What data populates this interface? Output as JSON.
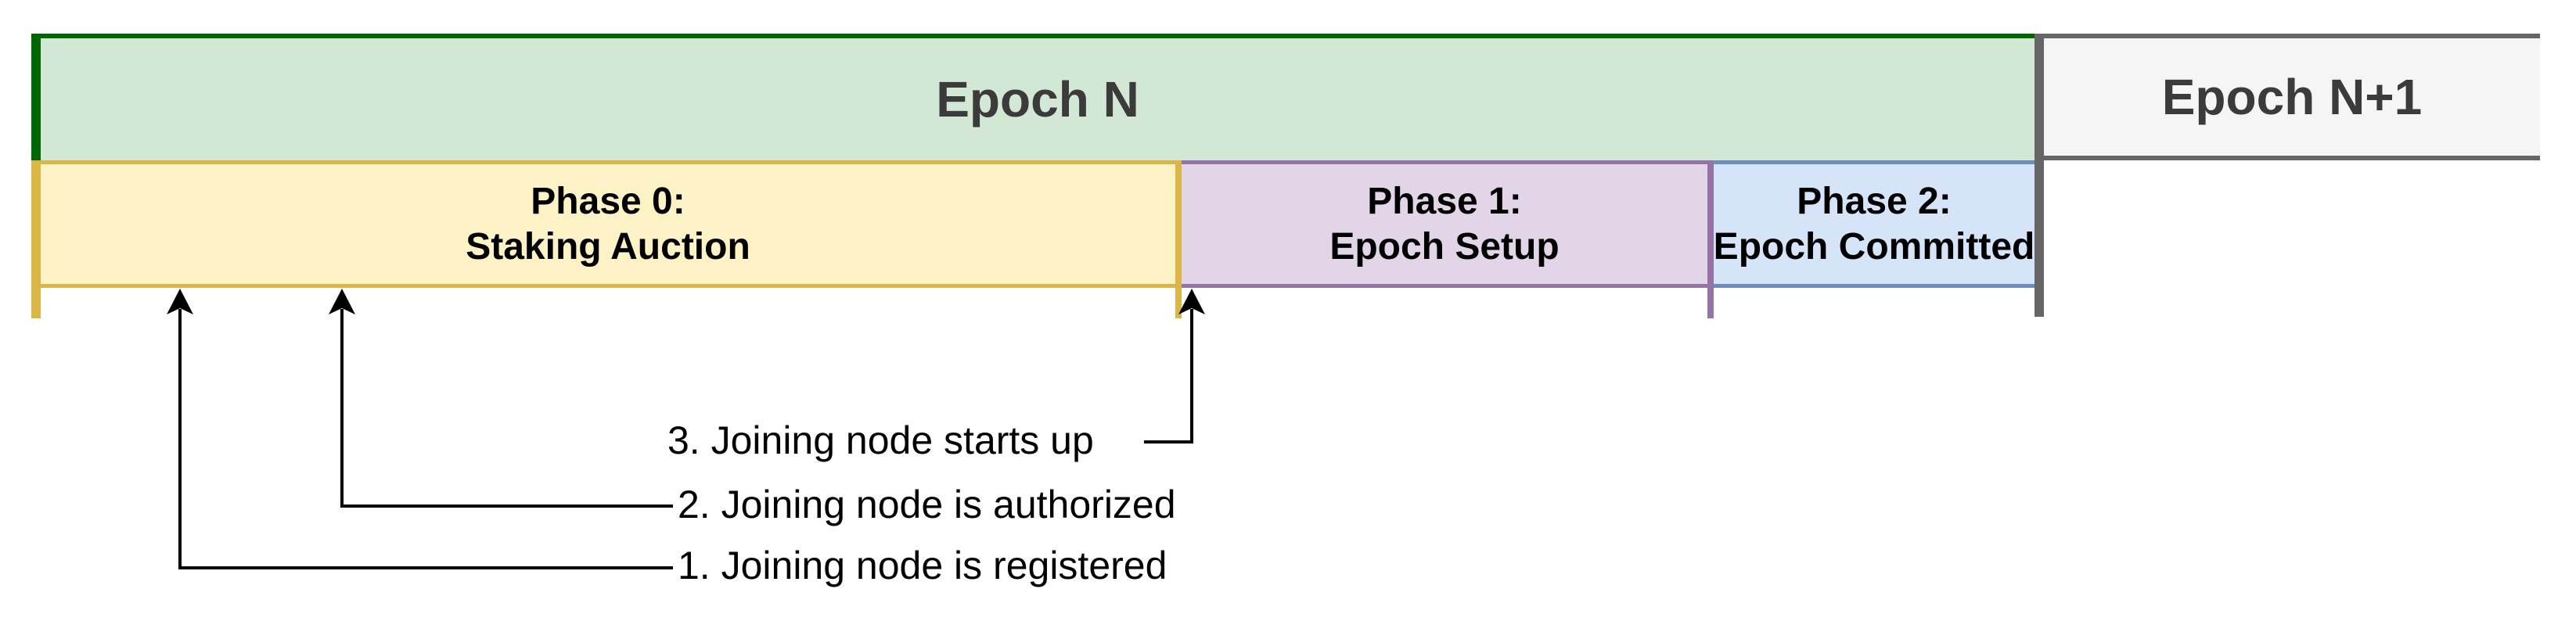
{
  "diagram": {
    "title_implicit": "Epoch phase timeline",
    "epochs": [
      {
        "label": "Epoch N",
        "fill": "#d2e7d4",
        "border": "#006600",
        "text_color": "#3b3b3b"
      },
      {
        "label": "Epoch N+1",
        "fill": "#f5f5f5",
        "border": "#666666",
        "text_color": "#3b3b3b"
      }
    ],
    "divider_color": "#666666",
    "phases": [
      {
        "line1": "Phase 0:",
        "line2": "Staking Auction",
        "fill": "#fdf1c6",
        "border": "#dbb545"
      },
      {
        "line1": "Phase 1:",
        "line2": "Epoch Setup",
        "fill": "#e1d5e7",
        "border": "#9673a6"
      },
      {
        "line1": "Phase 2:",
        "line2": "Epoch Committed",
        "fill": "#d6e4fa",
        "border": "#6c8ebf"
      }
    ],
    "annotations": [
      {
        "text": "1. Joining node is registered",
        "points_to": "start of Phase 0"
      },
      {
        "text": "2. Joining node is authorized",
        "points_to": "inside Phase 0"
      },
      {
        "text": "3. Joining node starts up",
        "points_to": "boundary of Phase 0 and Phase 1"
      }
    ],
    "arrow_color": "#000000",
    "background": "#ffffff"
  }
}
